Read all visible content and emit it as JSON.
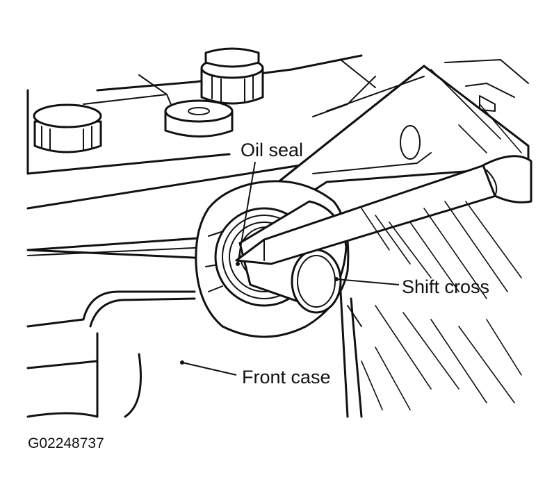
{
  "figure": {
    "labels": {
      "oil_seal": "Oil seal",
      "shift_cross": "Shift cross",
      "front_case": "Front case"
    },
    "figure_code": "G02248737"
  }
}
